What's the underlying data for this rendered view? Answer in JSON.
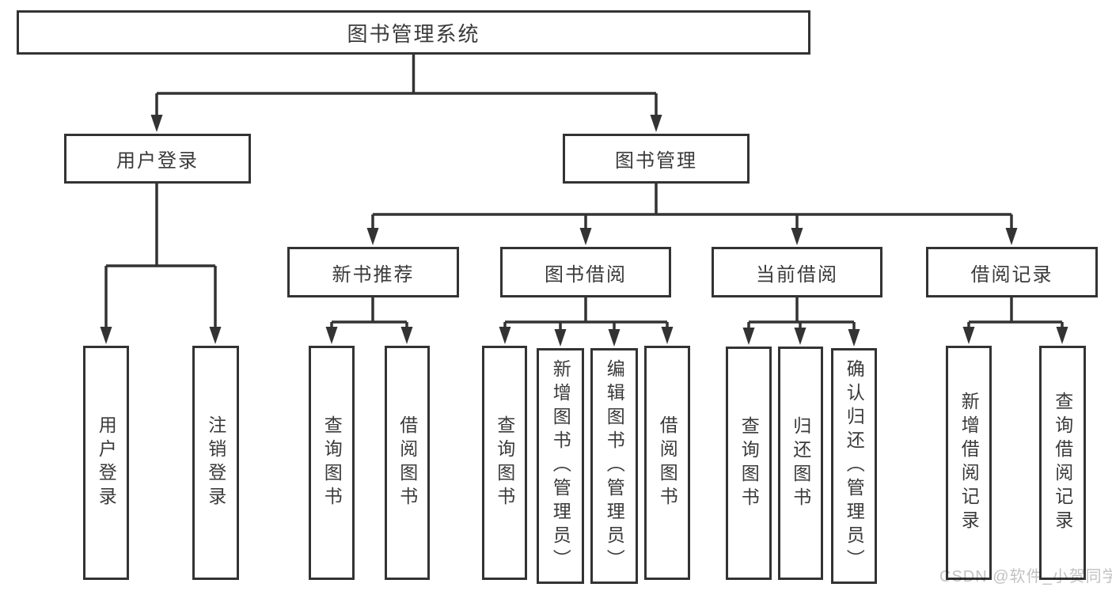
{
  "diagram": {
    "type": "hierarchy-tree",
    "root": {
      "label": "图书管理系统",
      "children": [
        {
          "label": "用户登录",
          "children": [
            {
              "label": "用户登录"
            },
            {
              "label": "注销登录"
            }
          ]
        },
        {
          "label": "图书管理",
          "children": [
            {
              "label": "新书推荐",
              "children": [
                {
                  "label": "查询图书"
                },
                {
                  "label": "借阅图书"
                }
              ]
            },
            {
              "label": "图书借阅",
              "children": [
                {
                  "label": "查询图书"
                },
                {
                  "label": "新增图书（管理员）"
                },
                {
                  "label": "编辑图书（管理员）"
                },
                {
                  "label": "借阅图书"
                }
              ]
            },
            {
              "label": "当前借阅",
              "children": [
                {
                  "label": "查询图书"
                },
                {
                  "label": "归还图书"
                },
                {
                  "label": "确认归还（管理员）"
                }
              ]
            },
            {
              "label": "借阅记录",
              "children": [
                {
                  "label": "新增借阅记录"
                },
                {
                  "label": "查询借阅记录"
                }
              ]
            }
          ]
        }
      ]
    }
  },
  "watermark": {
    "text": "CSDN @软件_小贺同学",
    "color": "#c2c2c2"
  },
  "colors": {
    "line": "#333333",
    "box_border": "#333333",
    "text": "#3a3a3a",
    "background": "#ffffff"
  }
}
